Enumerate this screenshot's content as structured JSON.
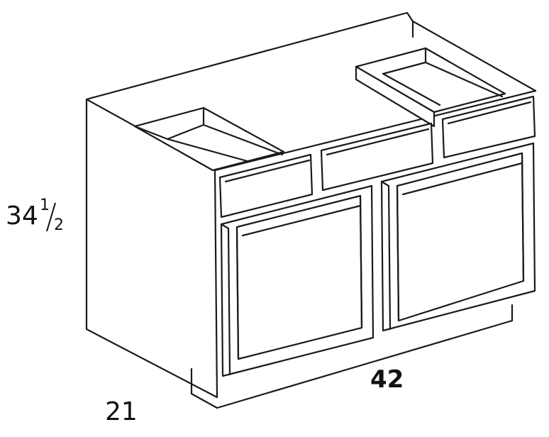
{
  "drawing": {
    "height_whole": "34",
    "height_frac_num": "1",
    "height_frac_den": "2",
    "width": "42",
    "depth": "21"
  }
}
